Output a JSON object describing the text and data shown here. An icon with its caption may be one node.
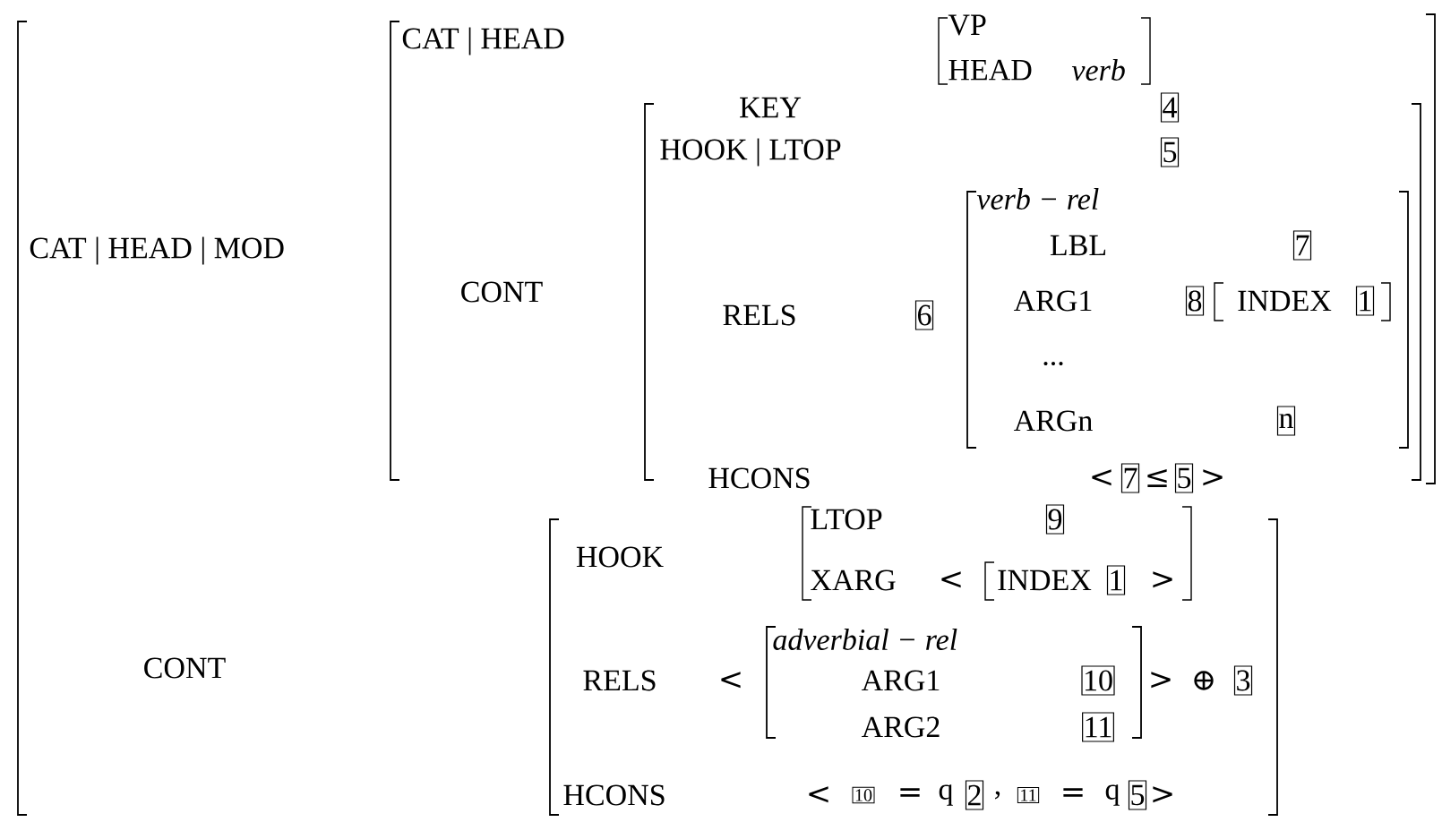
{
  "diagram": {
    "labels": [
      "CAT | HEAD | MOD",
      "CAT | HEAD",
      "VP",
      "HEAD",
      "verb",
      "CONT",
      "KEY",
      "4",
      "HOOK | LTOP",
      "5",
      "verb − rel",
      "LBL",
      "7",
      "RELS",
      "6",
      "ARG1",
      "8",
      "INDEX",
      "1",
      "...",
      "ARGn",
      "n",
      "HCONS",
      "<",
      "7",
      "≤",
      "5",
      ">",
      "CONT",
      "HOOK",
      "LTOP",
      "9",
      "XARG",
      "<",
      "INDEX",
      "1",
      ">",
      "RELS",
      "<",
      "adverbial − rel",
      "ARG1",
      "10",
      "ARG2",
      "11",
      ">",
      "⊕",
      "3",
      "HCONS",
      "<",
      "10",
      "=",
      "q",
      "2",
      ",",
      "11",
      "=",
      "q",
      "5",
      ">"
    ]
  }
}
